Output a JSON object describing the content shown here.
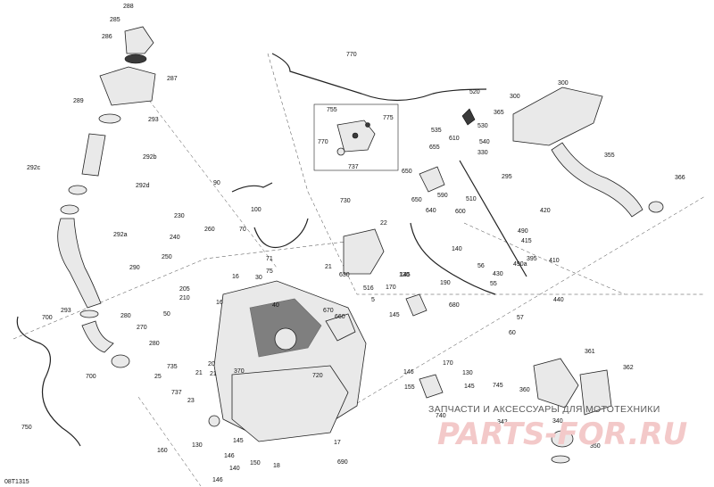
{
  "diagram": {
    "code": "08T1315",
    "watermark": {
      "line1": "ЗАПЧАСТИ И АКСЕССУАРЫ ДЛЯ МОТОТЕХНИКИ",
      "line2": "PARTS-FOR.RU"
    },
    "labels": [
      "288",
      "285",
      "286",
      "287",
      "289",
      "293",
      "292c",
      "292b",
      "292d",
      "292a",
      "290",
      "293",
      "280",
      "270",
      "280",
      "700",
      "700",
      "750",
      "90",
      "100",
      "230",
      "240",
      "250",
      "205",
      "210",
      "260",
      "70",
      "71",
      "75",
      "16",
      "30",
      "40",
      "16",
      "50",
      "25",
      "735",
      "737",
      "23",
      "20",
      "21",
      "21",
      "370",
      "720",
      "130",
      "160",
      "145",
      "146",
      "150",
      "146",
      "140",
      "145",
      "18",
      "17",
      "690",
      "770",
      "755",
      "775",
      "770",
      "737",
      "730",
      "22",
      "21",
      "630",
      "520",
      "535",
      "610",
      "530",
      "540",
      "330",
      "655",
      "650",
      "650",
      "590",
      "640",
      "600",
      "510",
      "295",
      "300",
      "300",
      "365",
      "355",
      "366",
      "420",
      "490",
      "415",
      "490a",
      "395",
      "430",
      "410",
      "440",
      "55",
      "56",
      "57",
      "60",
      "140",
      "130",
      "170",
      "190",
      "680",
      "670",
      "516",
      "660",
      "5",
      "145",
      "146",
      "170",
      "130",
      "155",
      "145",
      "740",
      "745",
      "360",
      "361",
      "362",
      "342",
      "340",
      "350"
    ]
  }
}
